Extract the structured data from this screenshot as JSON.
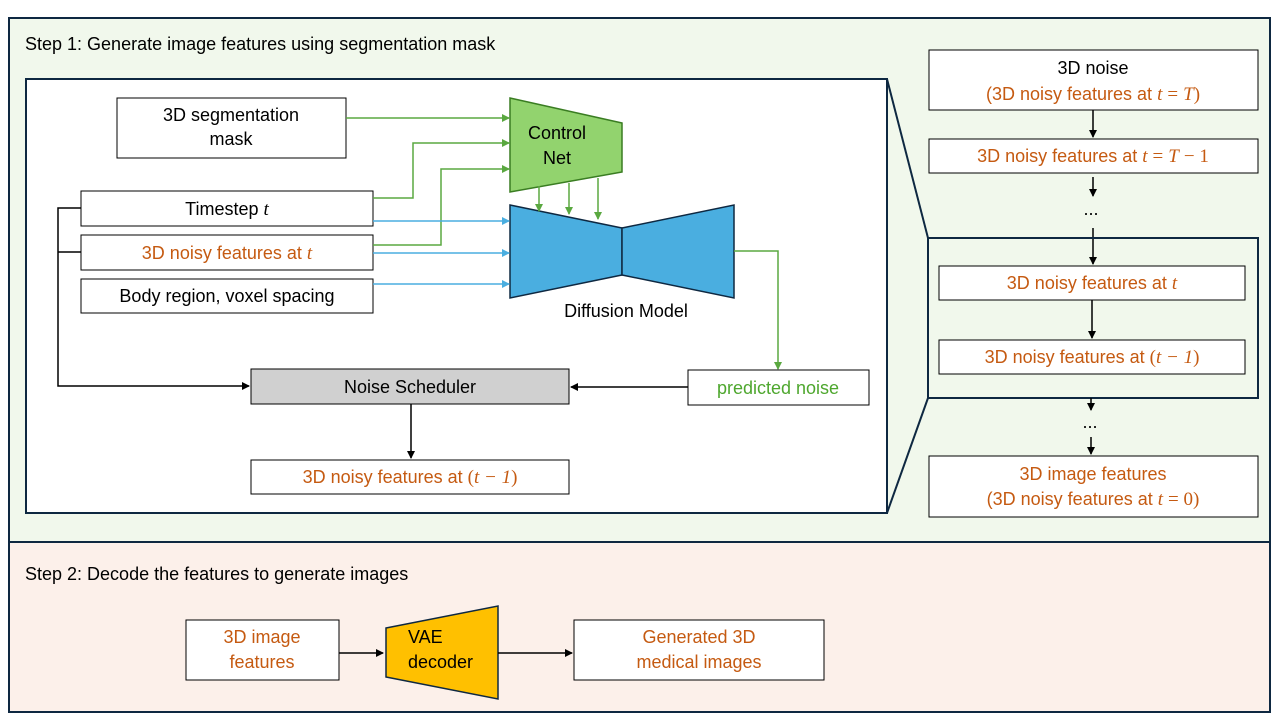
{
  "step1": {
    "title": "Step 1: Generate image features using segmentation mask",
    "seg_mask": [
      "3D segmentation",
      "mask"
    ],
    "timestep": "Timestep",
    "noisy_t_prefix": "3D noisy features at",
    "body_region": "Body region, voxel spacing",
    "controlnet": [
      "Control",
      "Net"
    ],
    "diffusion_model": "Diffusion Model",
    "noise_scheduler": "Noise Scheduler",
    "predicted_noise": "predicted noise",
    "noisy_tm1_prefix": "3D noisy features at"
  },
  "chain": {
    "noise_title": "3D noise",
    "noise_paren": "(3D noisy features at",
    "t_T_prefix": "3D noisy features at",
    "t_T_minus": "− 1",
    "ellipsis": "...",
    "t_prefix": "3D noisy features at",
    "tm1_prefix": "3D noisy features at",
    "final_title": "3D image features",
    "final_paren": "(3D noisy features at",
    "final_zero": "= 0)"
  },
  "math": {
    "t": "t",
    "T": "T",
    "eq": "=",
    "eqT_close": ")",
    "open": "(",
    "tm1": "t − 1",
    "close": ")"
  },
  "step2": {
    "title": "Step 2: Decode the features to generate images",
    "image_features": [
      "3D image",
      "features"
    ],
    "vae": [
      "VAE",
      "decoder"
    ],
    "generated": [
      "Generated 3D",
      "medical images"
    ]
  },
  "colors": {
    "orange": "#c55a11",
    "green_text": "#4ea72e",
    "green_line": "#5aa840",
    "blue": "#4aaee0",
    "navy": "#0e2841",
    "step1_bg": "#f1f8ec",
    "step2_bg": "#fcf0ea",
    "controlnet_fill": "#92d36e",
    "vae_fill": "#ffc000",
    "scheduler_fill": "#d0d0d0"
  }
}
